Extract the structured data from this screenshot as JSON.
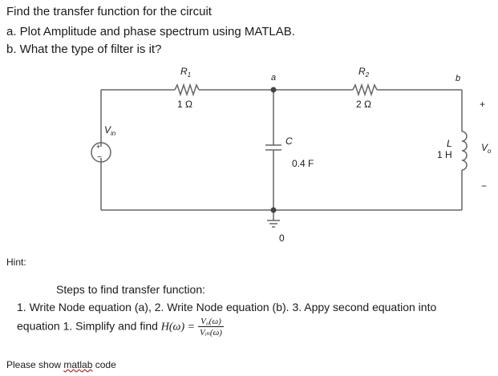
{
  "question": {
    "title": "Find the transfer function for the circuit",
    "part_a": "a.  Plot Amplitude and phase spectrum using MATLAB.",
    "part_b": "b.  What the type of filter is it?"
  },
  "circuit": {
    "source_label": "V",
    "source_sub": "in",
    "r1_label": "R",
    "r1_sub": "1",
    "r1_value": "1 Ω",
    "r2_label": "R",
    "r2_sub": "2",
    "r2_value": "2 Ω",
    "node_a": "a",
    "node_b": "b",
    "node_0": "0",
    "c_label": "C",
    "c_value": "0.4 F",
    "l_label": "L",
    "l_value": "1 H",
    "vo_label": "V",
    "vo_sub": "o",
    "plus": "+",
    "minus": "−",
    "src_plus": "+",
    "src_minus": "−"
  },
  "hint": {
    "label": "Hint:",
    "line1": "Steps to find transfer function:",
    "line2": "1. Write Node equation (a), 2. Write Node equation (b). 3. Appy second equation into",
    "line3_text": "equation 1.  Simplify and find ",
    "line3_func": "H(ω) =",
    "frac_num": "V₀(ω)",
    "frac_den": "Vᵢₙ(ω)"
  },
  "footer": {
    "before": "Please show ",
    "link": "matlab",
    "after": " code"
  }
}
